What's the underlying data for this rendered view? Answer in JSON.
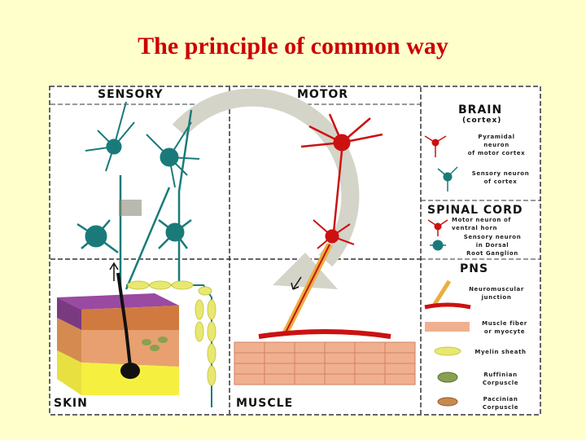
{
  "title": "The principle of common way",
  "panels": {
    "sensory": "SENSORY",
    "motor": "MOTOR",
    "skin": "SKIN",
    "muscle": "MUSCLE"
  },
  "legend": {
    "brain": "BRAIN",
    "cortex": "(cortex)",
    "pyramidal_1": "Pyramidal",
    "pyramidal_2": "neuron",
    "pyramidal_3": "of motor cortex",
    "sensory_neuron_1": "Sensory neuron",
    "sensory_neuron_2": "of cortex",
    "spinal_cord": "SPINAL CORD",
    "motor_neuron_1": "Motor neuron of",
    "motor_neuron_2": "ventral horn",
    "drg_1": "Sensory neuron",
    "drg_2": "in Dorsal",
    "drg_3": "Root Ganglion",
    "pns": "PNS",
    "nmj_1": "Neuromuscular",
    "nmj_2": "junction",
    "muscle_fiber_1": "Muscle fiber",
    "muscle_fiber_2": "or myocyte",
    "myelin": "Myelin sheath",
    "ruffinian_1": "Ruffinian",
    "ruffinian_2": "Corpuscle",
    "paccinian_1": "Paccinian",
    "paccinian_2": "Corpuscle"
  },
  "colors": {
    "background": "#ffffcc",
    "title": "#cc0000",
    "sensory_neuron": "#1a7a7a",
    "motor_neuron": "#cc1111",
    "myelin": "#e8e870",
    "muscle": "#f0b090"
  }
}
